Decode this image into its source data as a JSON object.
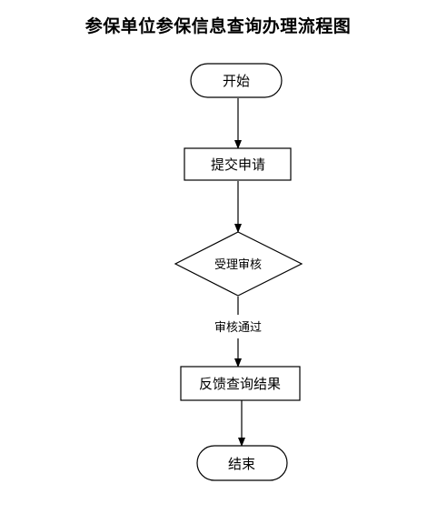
{
  "title": "参保单位参保信息查询办理流程图",
  "nodes": {
    "start": {
      "label": "开始",
      "shape": "terminator"
    },
    "submit": {
      "label": "提交申请",
      "shape": "process"
    },
    "review": {
      "label": "受理审核",
      "shape": "decision"
    },
    "feedback": {
      "label": "反馈查询结果",
      "shape": "process"
    },
    "end": {
      "label": "结束",
      "shape": "terminator"
    }
  },
  "edges": [
    {
      "from": "start",
      "to": "submit",
      "label": ""
    },
    {
      "from": "submit",
      "to": "review",
      "label": ""
    },
    {
      "from": "review",
      "to": "feedback",
      "label": "审核通过"
    },
    {
      "from": "feedback",
      "to": "end",
      "label": ""
    }
  ],
  "colors": {
    "stroke": "#000000",
    "fill": "#ffffff",
    "text": "#000000"
  }
}
